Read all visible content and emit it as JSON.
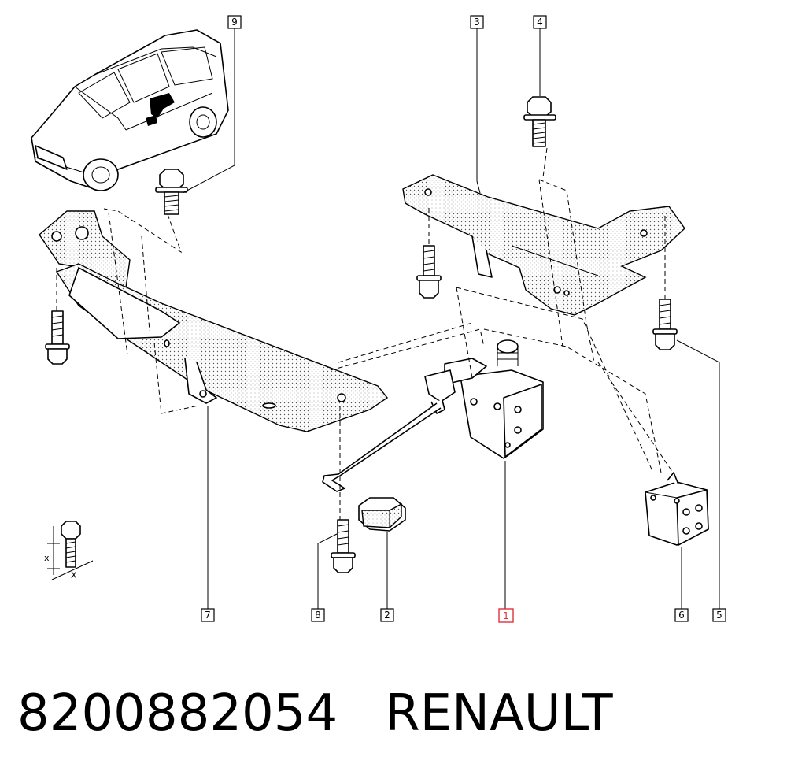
{
  "callouts": [
    "9",
    "3",
    "4",
    "7",
    "8",
    "2",
    "1",
    "6",
    "5"
  ],
  "highlighted_callout": "1",
  "colors": {
    "line": "#000000",
    "highlight": "#e0303a",
    "background": "#ffffff"
  },
  "caption": {
    "part_number": "8200882054",
    "brand": "RENAULT"
  },
  "legend_marks": {
    "x_label_vertical": "x",
    "x_label_horizontal": "X"
  }
}
